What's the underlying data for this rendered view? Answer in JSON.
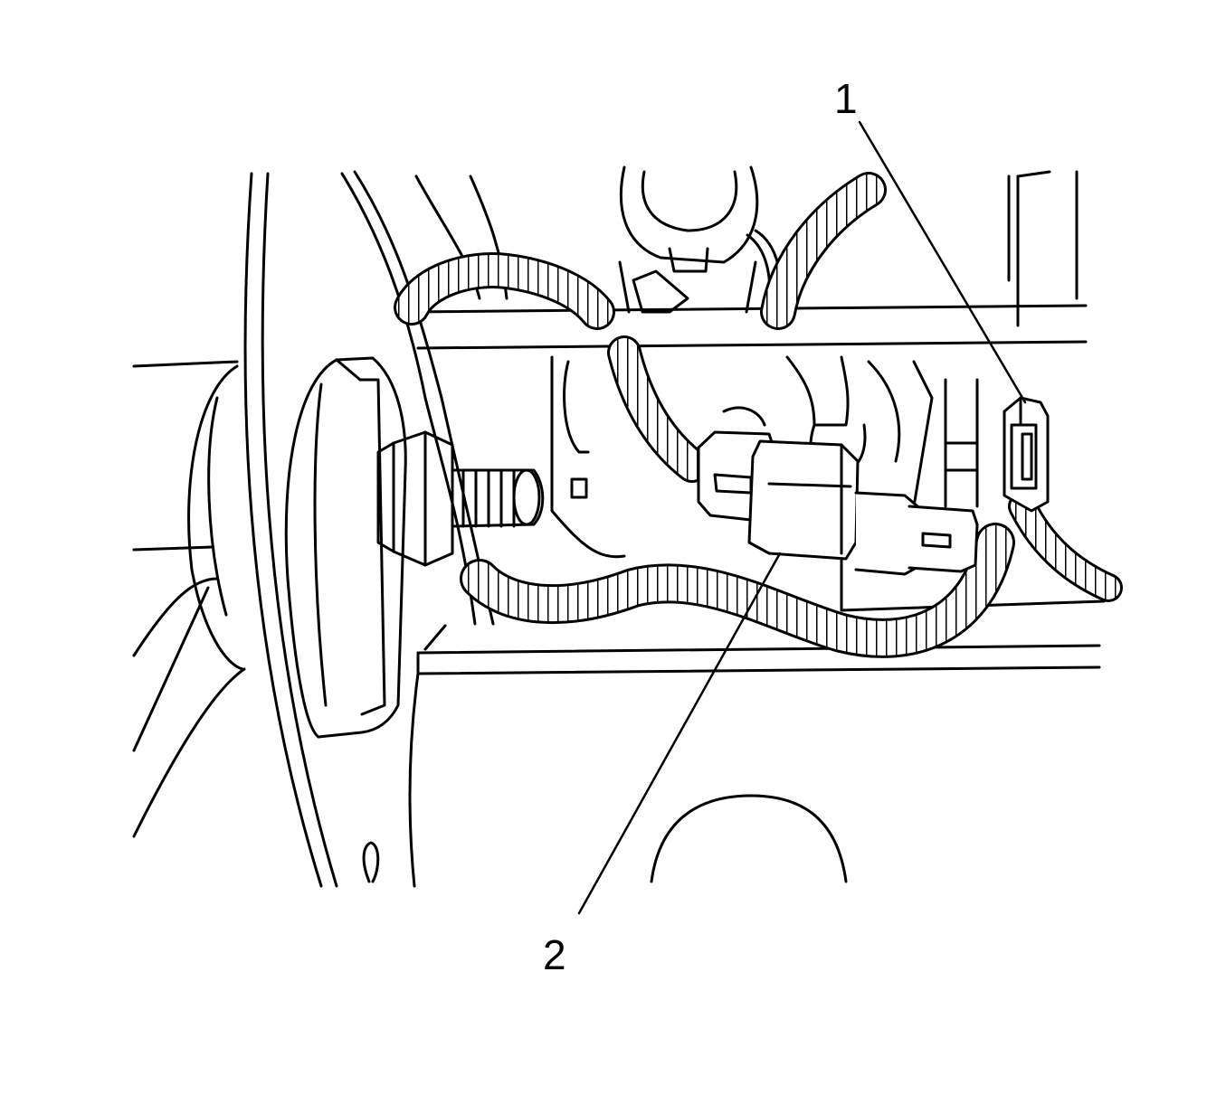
{
  "callouts": [
    {
      "label": "1",
      "component": "connector-1"
    },
    {
      "label": "2",
      "component": "connector-2"
    }
  ],
  "colors": {
    "line": "#000000",
    "background": "#ffffff"
  }
}
